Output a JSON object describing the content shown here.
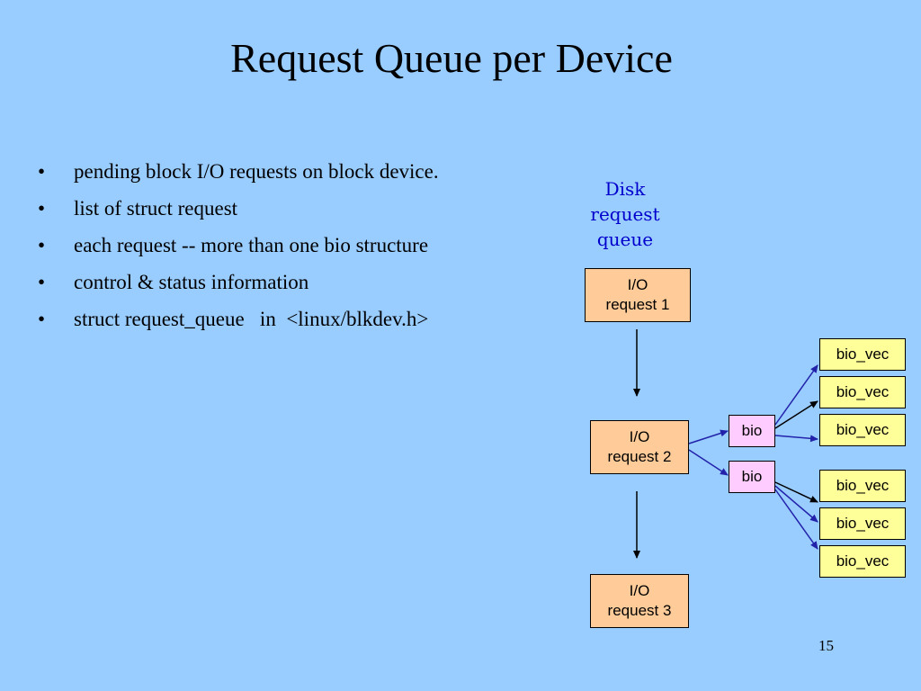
{
  "title": "Request Queue per Device",
  "bullets": [
    "pending block I/O requests on block device.",
    "list of struct request",
    "each request -- more than one bio structure",
    "control & status information",
    "struct request_queue   in  <linux/blkdev.h>"
  ],
  "diagram": {
    "queue_label": [
      "Disk",
      "request",
      "queue"
    ],
    "requests": [
      {
        "line1": "I/O",
        "line2": "request 1"
      },
      {
        "line1": "I/O",
        "line2": "request 2"
      },
      {
        "line1": "I/O",
        "line2": "request 3"
      }
    ],
    "bios": [
      "bio",
      "bio"
    ],
    "bio_vecs": [
      "bio_vec",
      "bio_vec",
      "bio_vec",
      "bio_vec",
      "bio_vec",
      "bio_vec"
    ]
  },
  "page_number": "15",
  "colors": {
    "background": "#99ccff",
    "request_fill": "#ffcc99",
    "bio_fill": "#ffccff",
    "bio_vec_fill": "#ffff99",
    "queue_label": "#0000cc",
    "connector_blue": "#2222aa"
  }
}
